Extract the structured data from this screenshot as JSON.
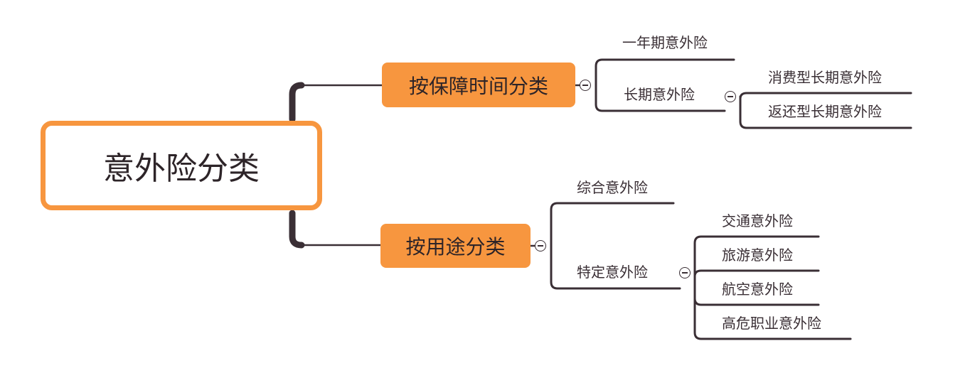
{
  "diagram": {
    "root": {
      "label": "意外险分类"
    },
    "branches": [
      {
        "label": "按保障时间分类",
        "children": [
          {
            "label": "一年期意外险"
          },
          {
            "label": "长期意外险",
            "children": [
              {
                "label": "消费型长期意外险"
              },
              {
                "label": "返还型长期意外险"
              }
            ]
          }
        ]
      },
      {
        "label": "按用途分类",
        "children": [
          {
            "label": "综合意外险"
          },
          {
            "label": "特定意外险",
            "children": [
              {
                "label": "交通意外险"
              },
              {
                "label": "旅游意外险"
              },
              {
                "label": "航空意外险"
              },
              {
                "label": "高危职业意外险"
              }
            ]
          }
        ]
      }
    ],
    "colors": {
      "accent": "#f7963f",
      "line": "#3a2f35",
      "text": "#2d2428"
    },
    "icons": {
      "toggle": "collapse-minus-icon"
    }
  }
}
